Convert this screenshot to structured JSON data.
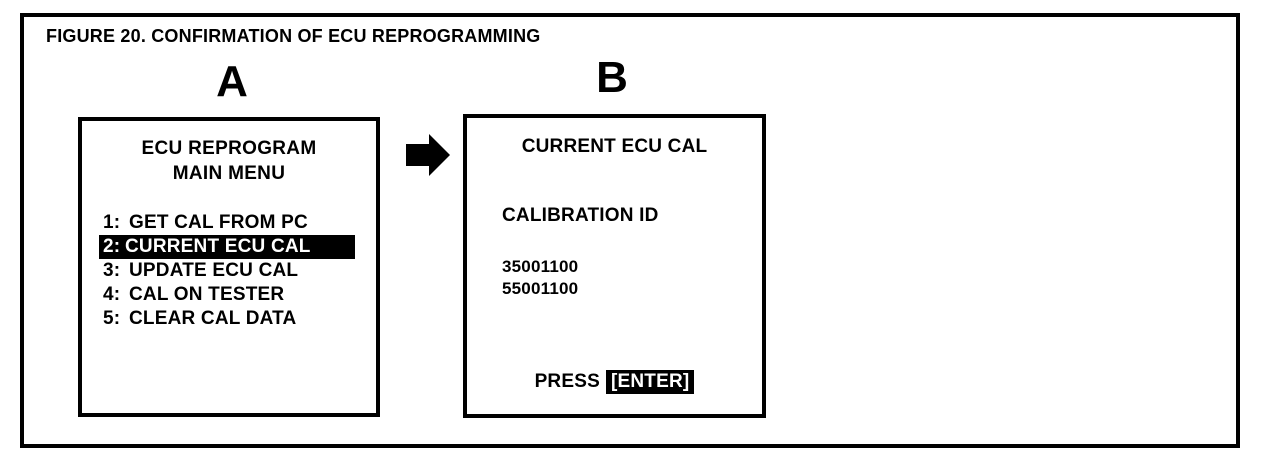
{
  "figure": {
    "title": "FIGURE 20.  CONFIRMATION OF ECU REPROGRAMMING",
    "panel_a_letter": "A",
    "panel_b_letter": "B",
    "arrow_icon": "arrow-right-icon",
    "colors": {
      "foreground": "#000000",
      "background": "#ffffff",
      "highlight_background": "#000000",
      "highlight_text": "#ffffff"
    }
  },
  "panel_a": {
    "title_line1": "ECU REPROGRAM",
    "title_line2": "MAIN MENU",
    "menu_items": [
      {
        "number": "1:",
        "label": "GET CAL FROM PC",
        "selected": false
      },
      {
        "number": "2:",
        "label": "CURRENT ECU CAL",
        "selected": true
      },
      {
        "number": "3:",
        "label": "UPDATE ECU CAL",
        "selected": false
      },
      {
        "number": "4:",
        "label": "CAL ON TESTER",
        "selected": false
      },
      {
        "number": "5:",
        "label": "CLEAR CAL DATA",
        "selected": false
      }
    ]
  },
  "panel_b": {
    "heading": "CURRENT ECU CAL",
    "subheading": "CALIBRATION ID",
    "calibration_ids": [
      "35001100",
      "55001100"
    ],
    "prompt_text": "PRESS",
    "prompt_key": "[ENTER]"
  }
}
